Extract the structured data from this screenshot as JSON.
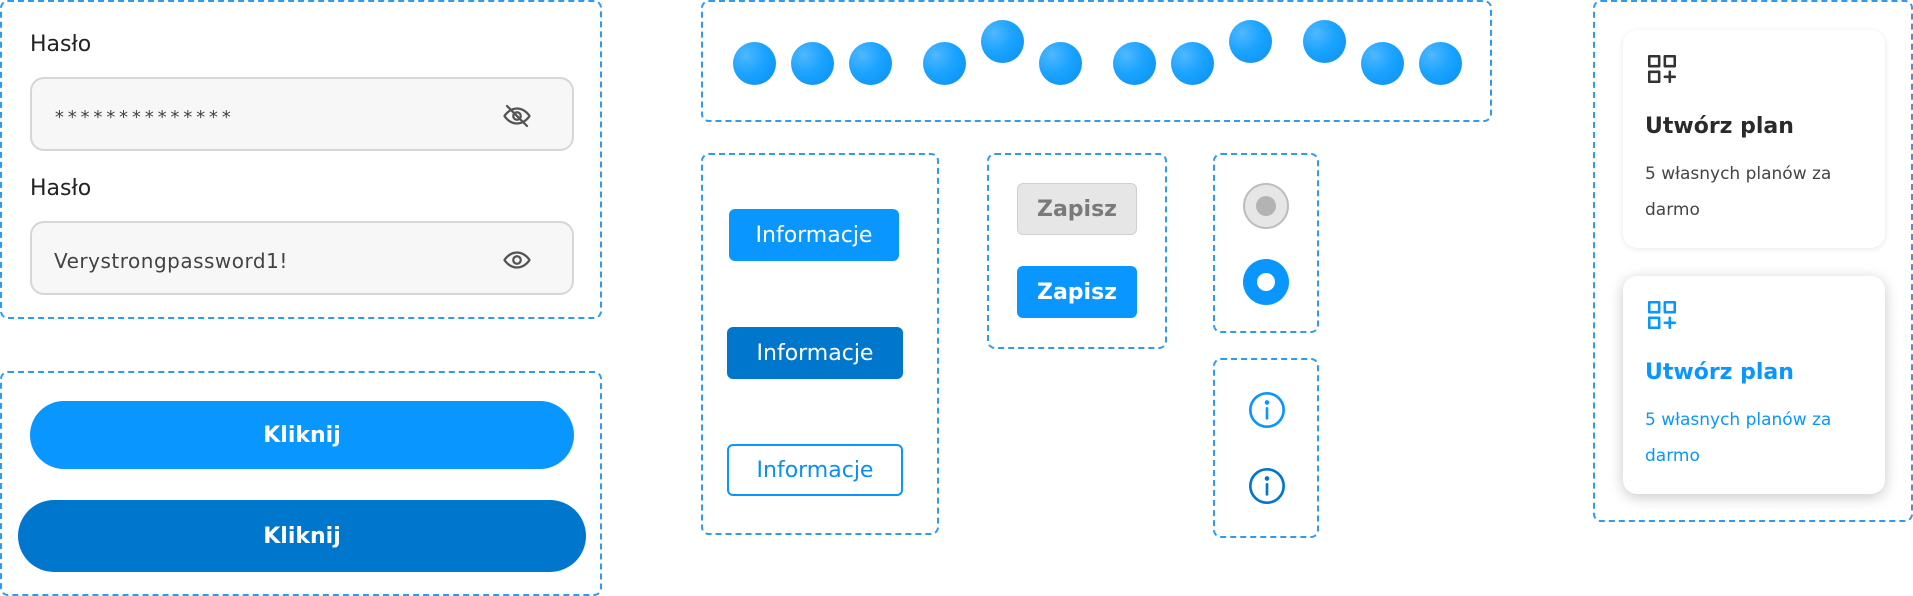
{
  "password_panel": {
    "field1": {
      "label": "Hasło",
      "value": "**************",
      "icon": "eye-off-icon"
    },
    "field2": {
      "label": "Hasło",
      "value": "Verystrongpassword1!",
      "icon": "eye-icon"
    }
  },
  "buttons_panel": {
    "button1": "Kliknij",
    "button2": "Kliknij"
  },
  "info_buttons": {
    "primary": "Informacje",
    "hover": "Informacje",
    "outline": "Informacje"
  },
  "save_buttons": {
    "disabled": "Zapisz",
    "active": "Zapisz"
  },
  "plan_cards": {
    "card1": {
      "title": "Utwórz plan",
      "subtitle": "5 własnych planów za darmo",
      "icon": "add-grid-icon"
    },
    "card2": {
      "title": "Utwórz plan",
      "subtitle": "5 własnych planów za darmo",
      "icon": "add-grid-icon"
    }
  },
  "colors": {
    "primary": "#0a96ff",
    "primary_dark": "#0077cc",
    "dashed_border": "#2e9bf0",
    "disabled_bg": "#e6e6e6",
    "disabled_text": "#7a7a7a"
  }
}
